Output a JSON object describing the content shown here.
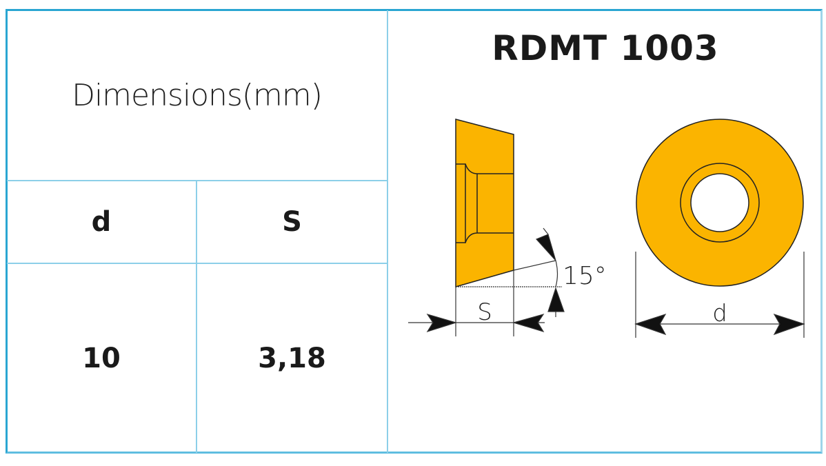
{
  "table": {
    "heading": "Dimensions(mm)",
    "columns": [
      "d",
      "S"
    ],
    "values": [
      "10",
      "3,18"
    ]
  },
  "insert": {
    "title": "RDMT 1003",
    "angle_label": "15°",
    "thickness_label": "S",
    "diameter_label": "d",
    "color": "#fbb400"
  }
}
